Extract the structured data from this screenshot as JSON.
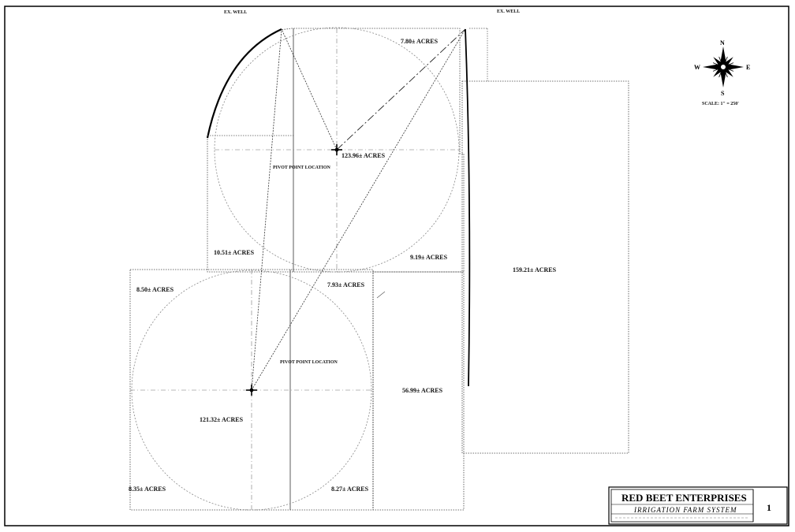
{
  "wells": {
    "left": "EX. WELL",
    "right": "EX. WELL"
  },
  "compass": {
    "n": "N",
    "s": "S",
    "e": "E",
    "w": "W",
    "scale": "SCALE: 1\" = 250'"
  },
  "parcels": {
    "north_pivot": "123.96± ACRES",
    "north_top_corner": "7.80± ACRES",
    "north_bottom_left": "10.51± ACRES",
    "north_bottom_right": "9.19± ACRES",
    "south_pivot": "121.32± ACRES",
    "south_top_left": "8.50± ACRES",
    "south_top_right": "7.93± ACRES",
    "south_bottom_left": "8.35± ACRES",
    "south_bottom_right": "8.27± ACRES",
    "middle_strip": "56.99± ACRES",
    "east_field": "159.21± ACRES"
  },
  "pivots": {
    "north_label": "PIVOT POINT LOCATION",
    "south_label": "PIVOT POINT LOCATION"
  },
  "title_block": {
    "company": "RED BEET ENTERPRISES",
    "project": "IRRIGATION FARM SYSTEM",
    "sheet": "1"
  }
}
